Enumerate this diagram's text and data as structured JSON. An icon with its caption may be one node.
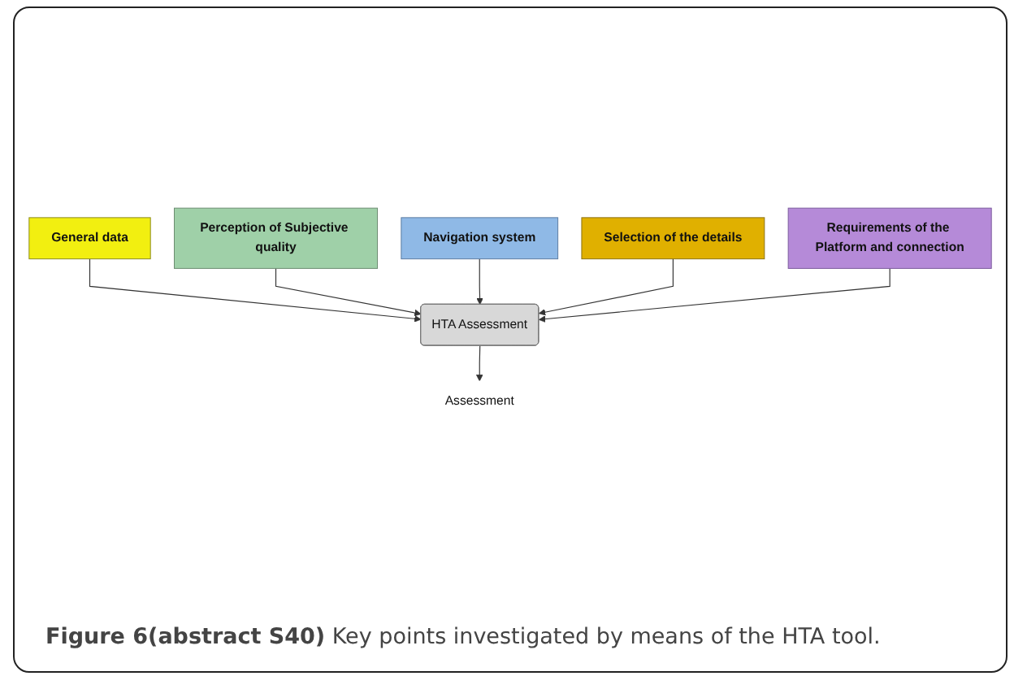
{
  "diagram": {
    "caption": "**Figure 6(abstract S40)** Key points investigated by means of the HTA tool.",
    "nodes": [
      {
        "text": [
          "General data"
        ]
      },
      {
        "text": [
          "Perception of Subjective quality"
        ]
      },
      {
        "text": [
          "Navigation system"
        ]
      },
      {
        "text": [
          "Selection of the details"
        ]
      },
      {
        "text": [
          "Requirements of the Platform and connection"
        ]
      },
      {
        "text": [
          "HTA Assessment"
        ]
      },
      {
        "text": [
          "Assessment"
        ]
      }
    ],
    "edges": [
      {
        "from": 0,
        "to": 5,
        "arrow": "to"
      },
      {
        "from": 1,
        "to": 5,
        "arrow": "to"
      },
      {
        "from": 2,
        "to": 5,
        "arrow": "to"
      },
      {
        "from": 3,
        "to": 5,
        "arrow": "to"
      },
      {
        "from": 4,
        "to": 5,
        "arrow": "to"
      },
      {
        "from": 5,
        "to": 6,
        "arrow": "to"
      }
    ]
  }
}
